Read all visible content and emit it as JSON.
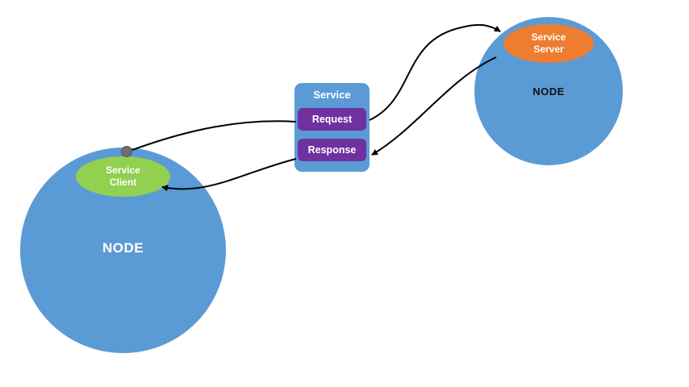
{
  "diagram": {
    "title_hint": "ROS service communication diagram",
    "left_node": {
      "label": "NODE",
      "client": {
        "line1": "Service",
        "line2": "Client"
      }
    },
    "right_node": {
      "label": "NODE",
      "server": {
        "line1": "Service",
        "line2": "Server"
      }
    },
    "service_box": {
      "title": "Service",
      "request_label": "Request",
      "response_label": "Response"
    },
    "colors": {
      "node_blue": "#5b9bd5",
      "client_green": "#92d050",
      "server_orange": "#ed7d31",
      "pill_purple": "#7030a0",
      "dot_gray": "#6e6e6e",
      "arrow_black": "#000000",
      "background": "#ffffff"
    }
  }
}
